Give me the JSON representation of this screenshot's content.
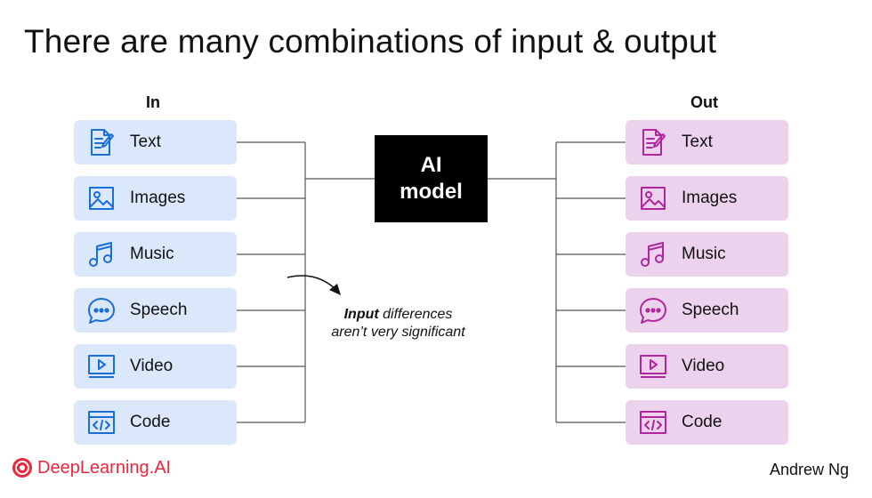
{
  "title": "There are many combinations of input & output",
  "inputs": {
    "header": "In",
    "items": [
      {
        "label": "Text",
        "icon": "document-pen-icon"
      },
      {
        "label": "Images",
        "icon": "image-icon"
      },
      {
        "label": "Music",
        "icon": "music-note-icon"
      },
      {
        "label": "Speech",
        "icon": "speech-bubble-icon"
      },
      {
        "label": "Video",
        "icon": "video-play-icon"
      },
      {
        "label": "Code",
        "icon": "code-window-icon"
      }
    ]
  },
  "outputs": {
    "header": "Out",
    "items": [
      {
        "label": "Text",
        "icon": "document-pen-icon"
      },
      {
        "label": "Images",
        "icon": "image-icon"
      },
      {
        "label": "Music",
        "icon": "music-note-icon"
      },
      {
        "label": "Speech",
        "icon": "speech-bubble-icon"
      },
      {
        "label": "Video",
        "icon": "video-play-icon"
      },
      {
        "label": "Code",
        "icon": "code-window-icon"
      }
    ]
  },
  "model": {
    "line1": "AI",
    "line2": "model"
  },
  "note": {
    "emphasis": "Input",
    "rest_line1": " differences",
    "line2": "aren’t very significant"
  },
  "footer": {
    "brand": "DeepLearning.AI",
    "author": "Andrew Ng"
  },
  "colors": {
    "input_fill": "#dbe7fb",
    "input_icon": "#1a6fd6",
    "output_fill": "#ecd2ec",
    "output_icon": "#b0279d",
    "brand": "#e8283c",
    "model_fill": "#000000"
  }
}
